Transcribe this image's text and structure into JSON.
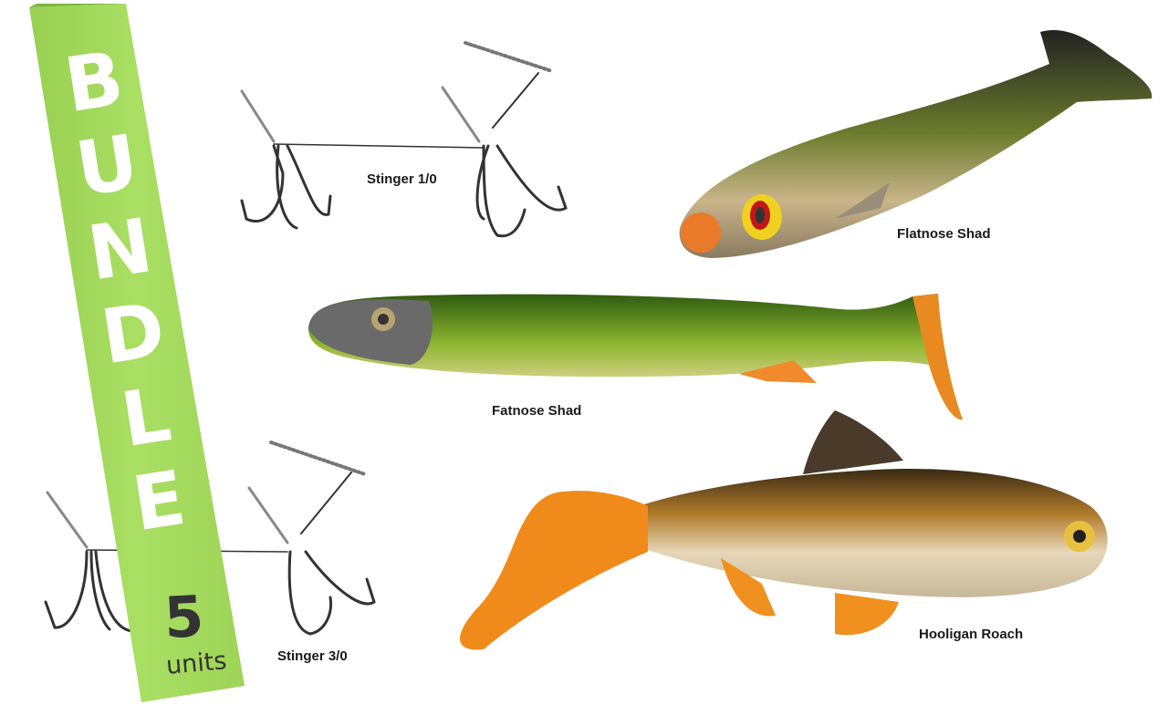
{
  "banner": {
    "title_letters": [
      "B",
      "U",
      "N",
      "D",
      "L",
      "E"
    ],
    "count": "5",
    "units": "units",
    "color": "#a6dc5e"
  },
  "products": [
    {
      "label": "Stinger 1/0"
    },
    {
      "label": "Flatnose Shad"
    },
    {
      "label": "Fatnose Shad"
    },
    {
      "label": "Stinger 3/0"
    },
    {
      "label": "Hooligan Roach"
    }
  ]
}
